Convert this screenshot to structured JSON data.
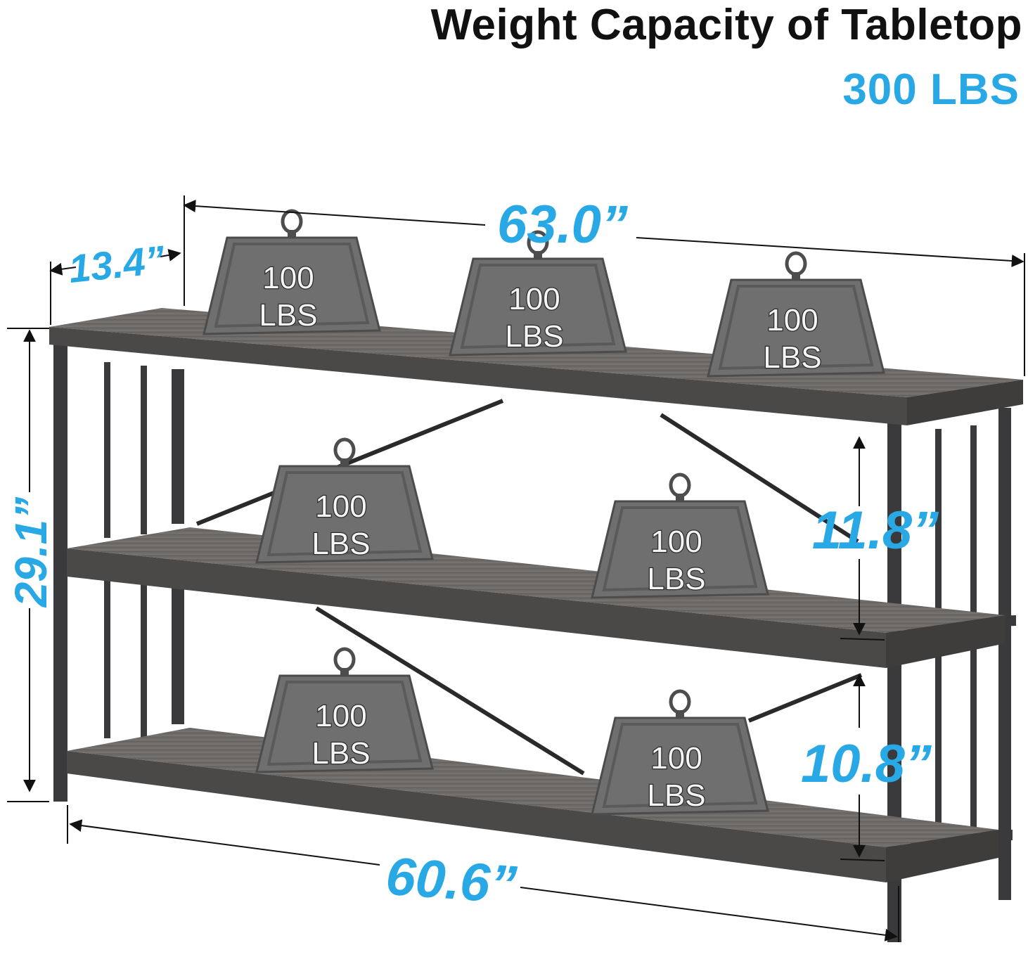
{
  "header": {
    "title": "Weight Capacity of Tabletop",
    "capacity": "300 LBS"
  },
  "dimensions": {
    "overall_width": "63.0”",
    "depth": "13.4”",
    "height": "29.1”",
    "upper_gap": "11.8”",
    "lower_gap": "10.8”",
    "inner_width": "60.6”"
  },
  "weights": [
    {
      "value": "100",
      "unit": "LBS",
      "shelf": "top"
    },
    {
      "value": "100",
      "unit": "LBS",
      "shelf": "top"
    },
    {
      "value": "100",
      "unit": "LBS",
      "shelf": "top"
    },
    {
      "value": "100",
      "unit": "LBS",
      "shelf": "middle"
    },
    {
      "value": "100",
      "unit": "LBS",
      "shelf": "middle"
    },
    {
      "value": "100",
      "unit": "LBS",
      "shelf": "bottom"
    },
    {
      "value": "100",
      "unit": "LBS",
      "shelf": "bottom"
    }
  ],
  "colors": {
    "accent": "#29a8e6",
    "wood": "#6b6865",
    "frame": "#3a3a3c",
    "weight": "#6f6f6f"
  }
}
